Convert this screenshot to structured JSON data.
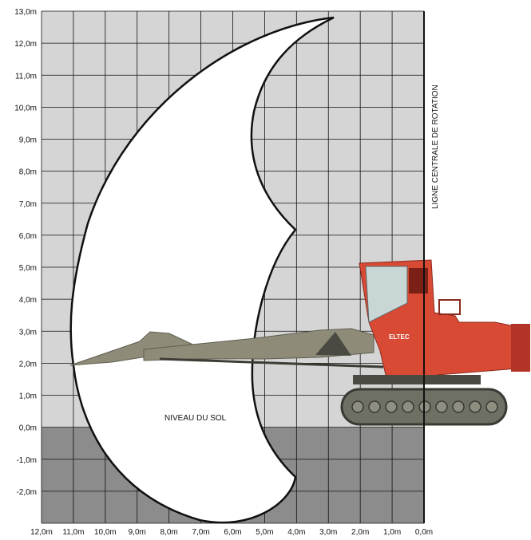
{
  "chart_data": {
    "type": "diagram",
    "x_ticks": [
      "12,0m",
      "11,0m",
      "10,0m",
      "9,0m",
      "8,0m",
      "7,0m",
      "6,0m",
      "5,0m",
      "4,0m",
      "3,0m",
      "2,0m",
      "1,0m",
      "0,0m"
    ],
    "y_ticks": [
      "13,0m",
      "12,0m",
      "11,0m",
      "10,0m",
      "9,0m",
      "8,0m",
      "7,0m",
      "6,0m",
      "5,0m",
      "4,0m",
      "3,0m",
      "2,0m",
      "1,0m",
      "0,0m",
      "-1,0m",
      "-2,0m"
    ],
    "xlim": [
      12,
      0
    ],
    "ylim": [
      -3,
      13
    ],
    "ground_label": "NIVEAU DU SOL",
    "rotation_label": "LIGNE CENTRALE DE ROTATION",
    "machine_brand": "ELTEC",
    "colors": {
      "above_ground": "#d5d5d5",
      "below_ground": "#8c8c8c",
      "grid": "#111111",
      "envelope_fill": "#ffffff",
      "envelope_stroke": "#111111",
      "boom": "#8e8c78",
      "cab": "#d94a35",
      "track": "#6f7064"
    }
  }
}
